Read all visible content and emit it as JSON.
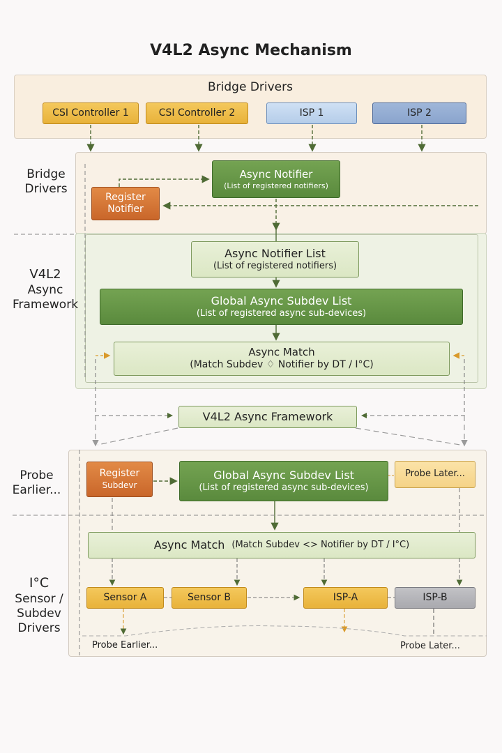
{
  "title": "V4L2 Async Mechanism",
  "bridge_panel": {
    "label": "Bridge Drivers",
    "items": [
      {
        "label": "CSI Controller 1"
      },
      {
        "label": "CSI Controller 2"
      },
      {
        "label": "ISP 1"
      },
      {
        "label": "ISP 2"
      }
    ]
  },
  "side_labels": {
    "bridge_drivers": [
      "Bridge",
      "Drivers"
    ],
    "v4l2_async_framework": [
      "V4L2",
      "Async",
      "Framework"
    ],
    "probe_earlier": [
      "Probe",
      "Earlier..."
    ],
    "i2c_drivers": [
      "I°C",
      "Sensor /",
      "Subdev",
      "Drivers"
    ]
  },
  "bridge_section": {
    "register_notifier": [
      "Register",
      "Notifier"
    ],
    "async_notifier": {
      "title": "Async Notifier",
      "subtitle": "(List of registered notifiers)"
    }
  },
  "framework_section": {
    "notifier_list": {
      "title": "Async Notifier List",
      "subtitle": "(List of registered notifiers)"
    },
    "global_subdev_list": {
      "title": "Global Async Subdev List",
      "subtitle": "(List of registered async sub-devices)"
    },
    "async_match": {
      "title": "Async Match",
      "subtitle": "(Match Subdev ♢ Notifier by DT / I°C)"
    }
  },
  "middle": {
    "framework_label": "V4L2 Async Framework"
  },
  "subdev_section": {
    "register_subdev": [
      "Register",
      "Subdevr"
    ],
    "global_subdev_list": {
      "title": "Global Async Subdev List",
      "subtitle": "(List of registered async sub-devices)"
    },
    "probe_later_box": "Probe Later...",
    "async_match": {
      "title": "Async Match",
      "subtitle": "(Match Subdev <> Notifier by DT / I°C)"
    },
    "devices": [
      {
        "label": "Sensor A"
      },
      {
        "label": "Sensor B"
      },
      {
        "label": "ISP-A"
      },
      {
        "label": "ISP-B"
      }
    ],
    "probe_earlier_caption": "Probe Earlier...",
    "probe_later_caption": "Probe Later..."
  },
  "colors": {
    "arrow_green": "#4f6b35",
    "arrow_orange": "#d99a2b",
    "arrow_grey": "#9a9a9a"
  }
}
